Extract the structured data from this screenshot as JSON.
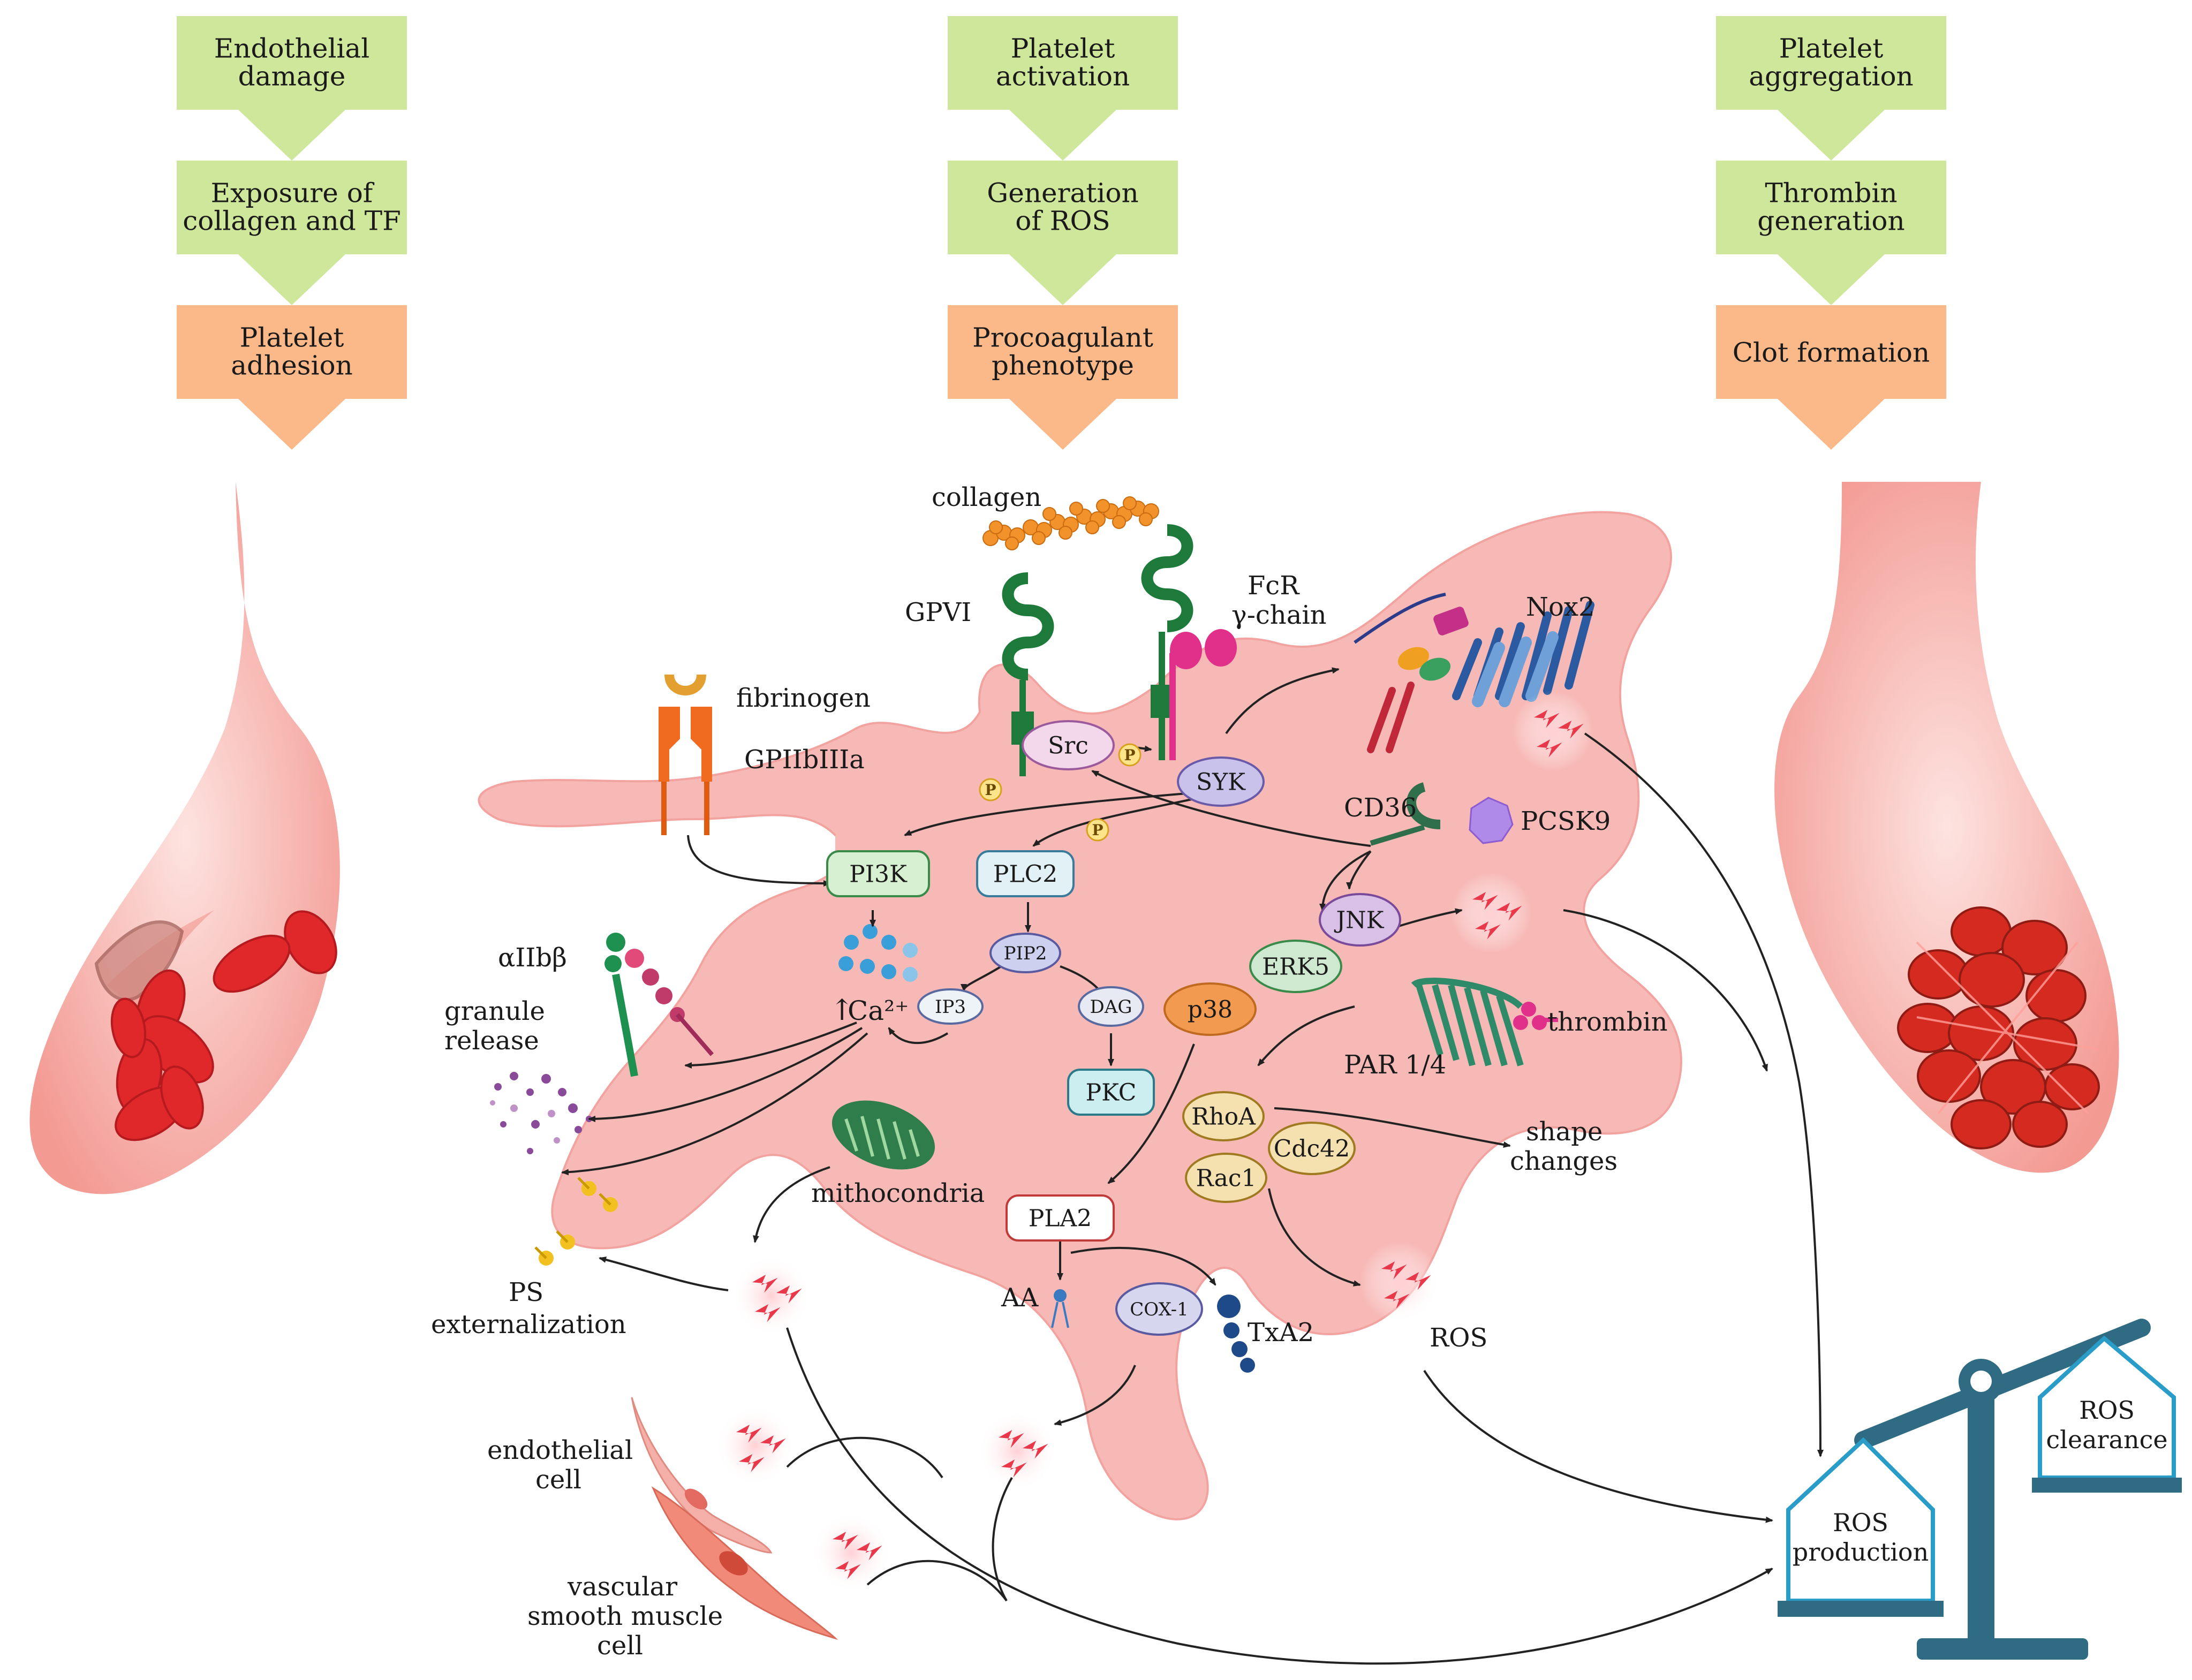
{
  "flow_columns": [
    {
      "boxes": [
        {
          "text": [
            "Endothelial",
            "damage"
          ],
          "style": "green"
        },
        {
          "text": [
            "Exposure of",
            "collagen and TF"
          ],
          "style": "green"
        },
        {
          "text": [
            "Platelet",
            "adhesion"
          ],
          "style": "orange"
        }
      ]
    },
    {
      "boxes": [
        {
          "text": [
            "Platelet",
            "activation"
          ],
          "style": "green"
        },
        {
          "text": [
            "Generation",
            "of ROS"
          ],
          "style": "green"
        },
        {
          "text": [
            "Procoagulant",
            "phenotype"
          ],
          "style": "orange"
        }
      ]
    },
    {
      "boxes": [
        {
          "text": [
            "Platelet",
            "aggregation"
          ],
          "style": "green"
        },
        {
          "text": [
            "Thrombin",
            "generation"
          ],
          "style": "green"
        },
        {
          "text": [
            "Clot formation"
          ],
          "style": "orange"
        }
      ]
    }
  ],
  "labels": {
    "collagen": "collagen",
    "gpvi": "GPVI",
    "fcr": [
      "FcR",
      "γ-chain"
    ],
    "nox2": "Nox2",
    "fibrinogen": "fibrinogen",
    "gpiibiiia": "GPIIbIIIa",
    "cd36": "CD36",
    "pcsk9": "PCSK9",
    "aiib": "αIIbβ",
    "granule": [
      "granule",
      "release"
    ],
    "ca": "Ca²⁺",
    "thrombin": "thrombin",
    "par": "PAR 1/4",
    "shape": [
      "shape",
      "changes"
    ],
    "mito": "mithocondria",
    "ps": [
      "PS",
      "externalization"
    ],
    "aa": "AA",
    "txa2": "TxA2",
    "ros": "ROS",
    "endo": [
      "endothelial",
      "cell"
    ],
    "vsmc": [
      "vascular",
      "smooth muscle",
      "cell"
    ],
    "ros_production": [
      "ROS",
      "production"
    ],
    "ros_clearance": [
      "ROS",
      "clearance"
    ],
    "p": "P"
  },
  "nodes": {
    "src": "Src",
    "syk": "SYK",
    "pi3k": "PI3K",
    "plc2": "PLC2",
    "pip2": "PIP2",
    "ip3": "IP3",
    "dag": "DAG",
    "pkc": "PKC",
    "jnk": "JNK",
    "erk5": "ERK5",
    "p38": "p38",
    "rhoa": "RhoA",
    "cdc42": "Cdc42",
    "rac1": "Rac1",
    "pla2": "PLA2",
    "cox1": "COX-1"
  },
  "colors": {
    "green_box": "#cfe79a",
    "orange_box": "#fbb98a",
    "platelet": "#f6b3b3",
    "ros": "#e8384a",
    "scale": "#2f6b82"
  }
}
